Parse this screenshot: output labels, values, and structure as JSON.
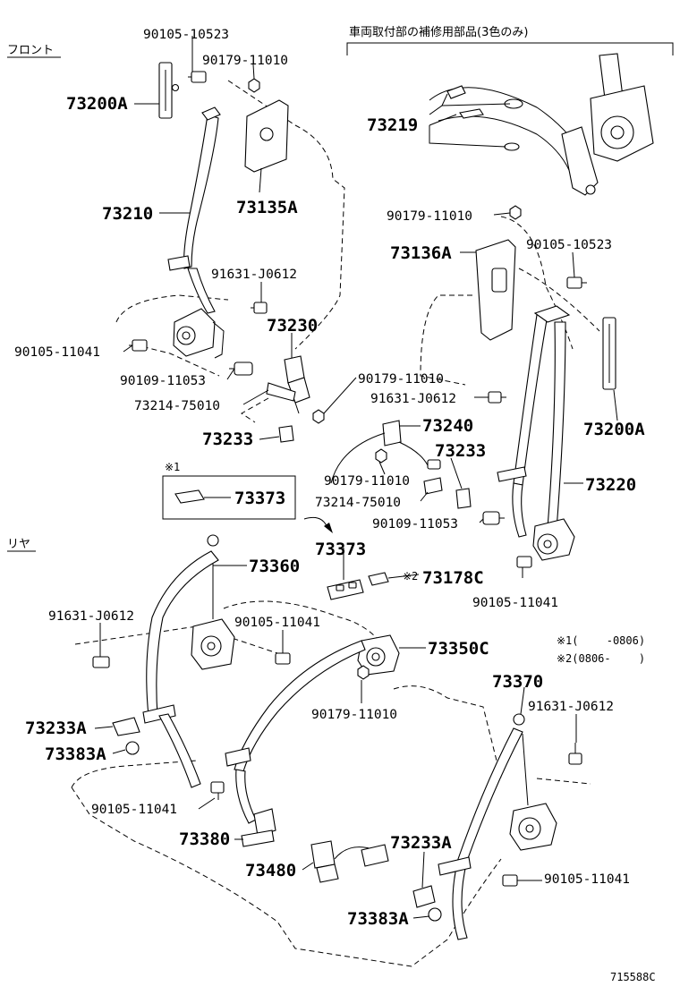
{
  "sections": {
    "front": "フロント",
    "rear": "リヤ",
    "repair_header": "車両取付部の補修用部品(3色のみ)"
  },
  "labels": {
    "p_90105_10523_a": "90105-10523",
    "p_90179_11010_a": "90179-11010",
    "p_73200A_a": "73200A",
    "p_73135A": "73135A",
    "p_73210": "73210",
    "p_91631_J0612_a": "91631-J0612",
    "p_73230": "73230",
    "p_90105_11041_a": "90105-11041",
    "p_90109_11053_a": "90109-11053",
    "p_73214_75010_a": "73214-75010",
    "p_90179_11010_b": "90179-11010",
    "p_73233_a": "73233",
    "p_73219": "73219",
    "p_90179_11010_c": "90179-11010",
    "p_73136A": "73136A",
    "p_90105_10523_b": "90105-10523",
    "p_91631_J0612_b": "91631-J0612",
    "p_73240": "73240",
    "p_73233_b": "73233",
    "p_90179_11010_d": "90179-11010",
    "p_73214_75010_b": "73214-75010",
    "p_90109_11053_b": "90109-11053",
    "p_73200A_b": "73200A",
    "p_73220": "73220",
    "p_73373_box": "73373",
    "p_73373": "73373",
    "p_73178C": "73178C",
    "p_90105_11041_b": "90105-11041",
    "p_73360": "73360",
    "p_91631_J0612_c": "91631-J0612",
    "p_90105_11041_c": "90105-11041",
    "p_73350C": "73350C",
    "p_90179_11010_e": "90179-11010",
    "p_73233A_a": "73233A",
    "p_73383A_a": "73383A",
    "p_90105_11041_d": "90105-11041",
    "p_73380": "73380",
    "p_73480": "73480",
    "p_73233A_b": "73233A",
    "p_73383A_b": "73383A",
    "p_73370": "73370",
    "p_91631_J0612_d": "91631-J0612",
    "p_90105_11041_e": "90105-11041"
  },
  "notes": {
    "mark1": "※1",
    "mark2": "※2",
    "n1": "※1(　　 -0806)",
    "n2": "※2(0806-　　 )"
  },
  "figure_id": "715588C"
}
